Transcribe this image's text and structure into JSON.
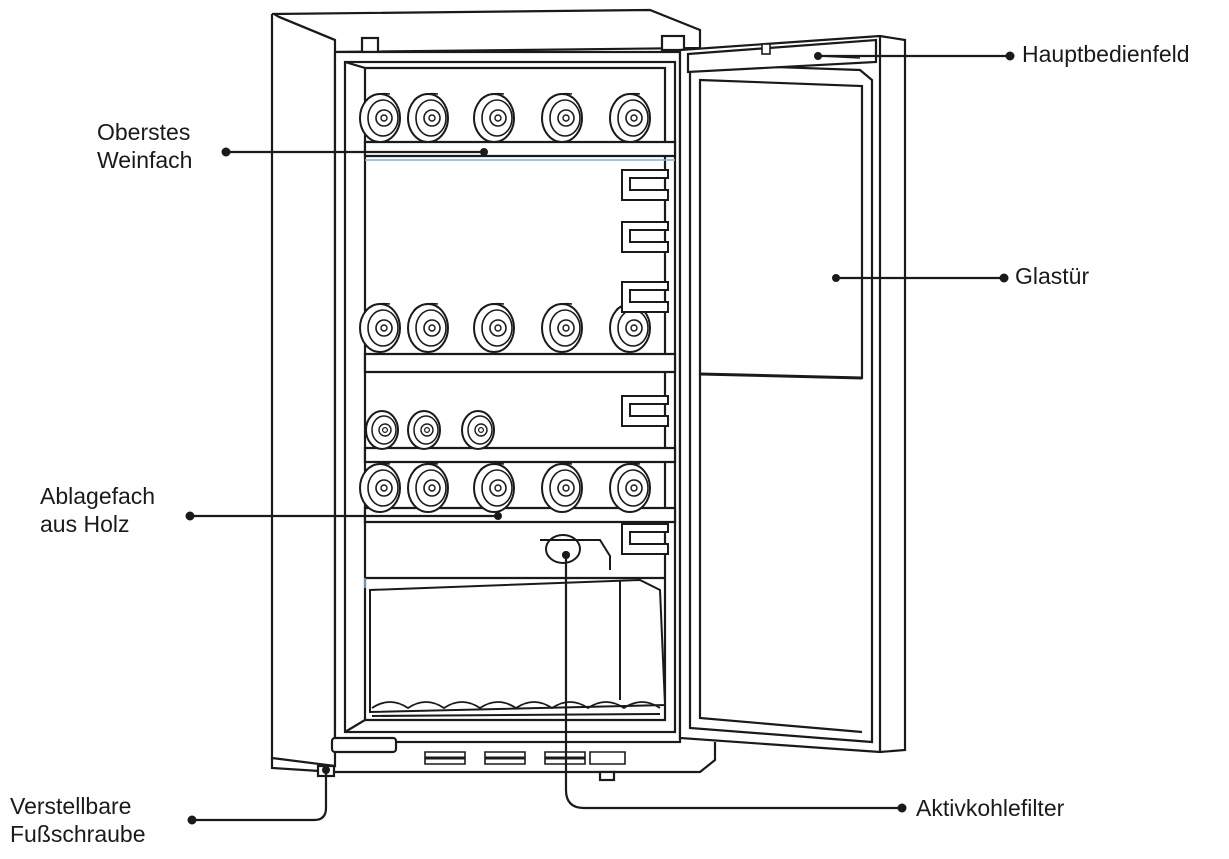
{
  "labels": {
    "hauptbedienfeld": "Hauptbedienfeld",
    "oberstes_line1": "Oberstes",
    "oberstes_line2": "Weinfach",
    "glastuer": "Glastür",
    "ablagefach_line1": "Ablagefach",
    "ablagefach_line2": "aus Holz",
    "verstellbare_line1": "Verstellbare",
    "verstellbare_line2": "Fußschraube",
    "aktivkohlefilter": "Aktivkohlefilter"
  },
  "colors": {
    "line": "#1a1a1a",
    "shelf_edge": "#7fb2d6",
    "background": "#ffffff"
  }
}
